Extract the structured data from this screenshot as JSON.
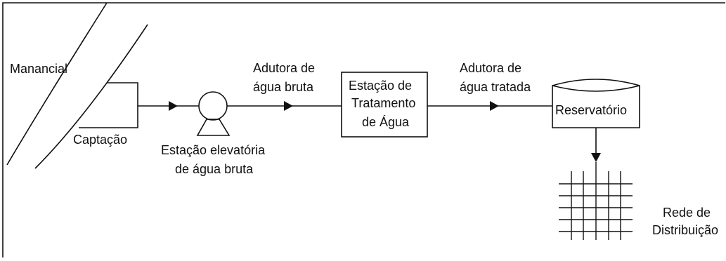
{
  "diagram": {
    "manancial": "Manancial",
    "captacao": "Captação",
    "elevatoria": [
      "Estação elevatória",
      "de água bruta"
    ],
    "adutora_bruta": [
      "Adutora de",
      "água bruta"
    ],
    "eta": [
      "Estação de",
      "Tratamento",
      "de Água"
    ],
    "adutora_tratada": [
      "Adutora de",
      "água tratada"
    ],
    "reservatorio": "Reservatório",
    "rede": [
      "Rede de",
      "Distribuição"
    ]
  }
}
